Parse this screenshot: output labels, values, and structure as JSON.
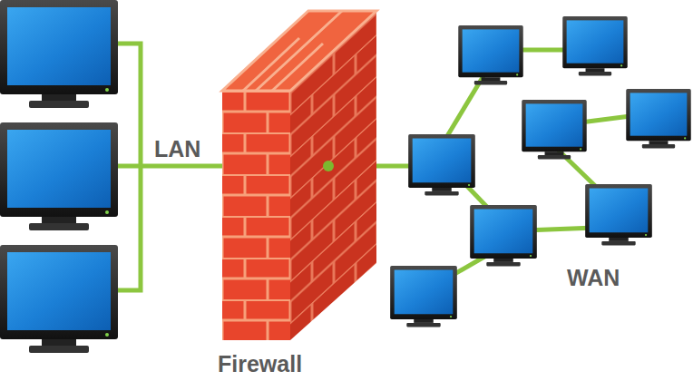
{
  "diagram": {
    "nodes": [
      {
        "text": [
          "Firewall"
        ]
      }
    ],
    "labels": [
      "LAN",
      "WAN"
    ]
  }
}
